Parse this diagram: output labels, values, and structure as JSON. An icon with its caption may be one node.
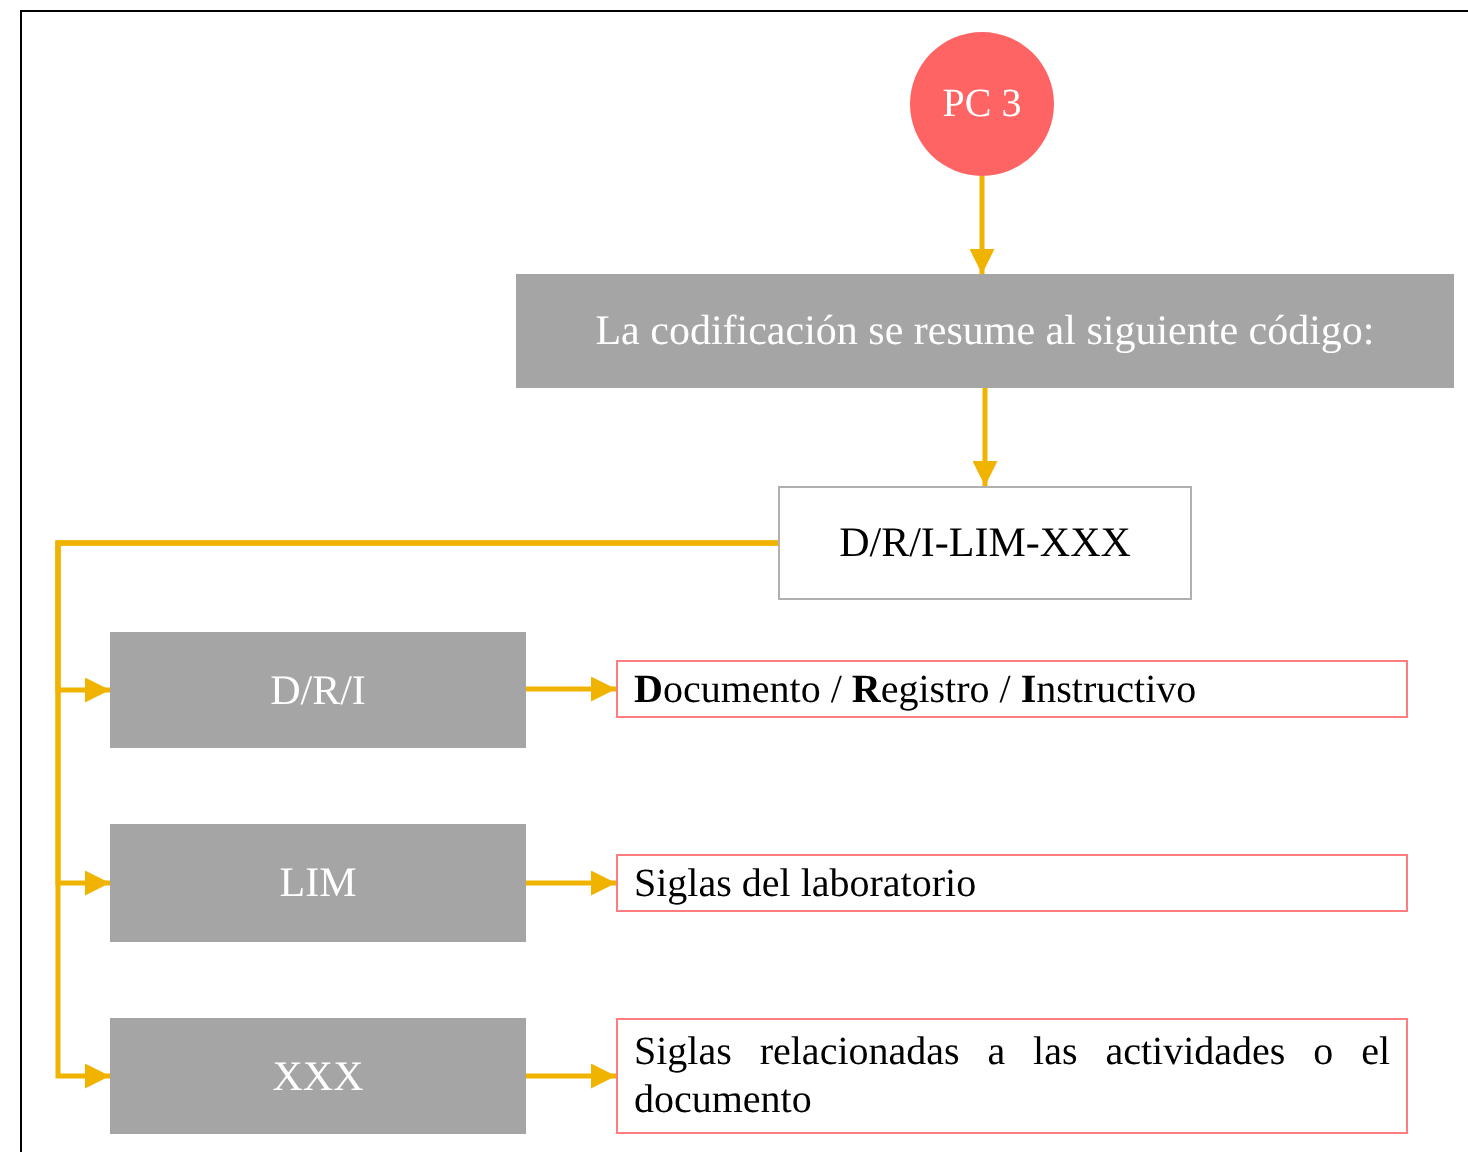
{
  "diagram": {
    "nodes": [
      {
        "text": [
          "PC 3"
        ]
      },
      {
        "text": [
          "La codificación se resume al siguiente código:"
        ]
      },
      {
        "text": [
          "D/R/I-LIM-XXX"
        ]
      },
      {
        "text": [
          "D/R/I"
        ]
      },
      {
        "text": [
          "**D**ocumento / **R**egistro / **I**nstructivo"
        ]
      },
      {
        "text": [
          "LIM"
        ]
      },
      {
        "text": [
          "Siglas del laboratorio"
        ]
      },
      {
        "text": [
          "XXX"
        ]
      },
      {
        "text": [
          "Siglas relacionadas a las actividades o el documento"
        ]
      }
    ],
    "edges": [
      {
        "from": 0,
        "to": 1,
        "arrow": "to"
      },
      {
        "from": 1,
        "to": 2,
        "arrow": "to"
      },
      {
        "from": 2,
        "to": 3,
        "arrow": "to"
      },
      {
        "from": 2,
        "to": 5,
        "arrow": "to"
      },
      {
        "from": 2,
        "to": 7,
        "arrow": "to"
      },
      {
        "from": 3,
        "to": 4,
        "arrow": "to"
      },
      {
        "from": 5,
        "to": 6,
        "arrow": "to"
      },
      {
        "from": 7,
        "to": 8,
        "arrow": "to"
      }
    ]
  }
}
